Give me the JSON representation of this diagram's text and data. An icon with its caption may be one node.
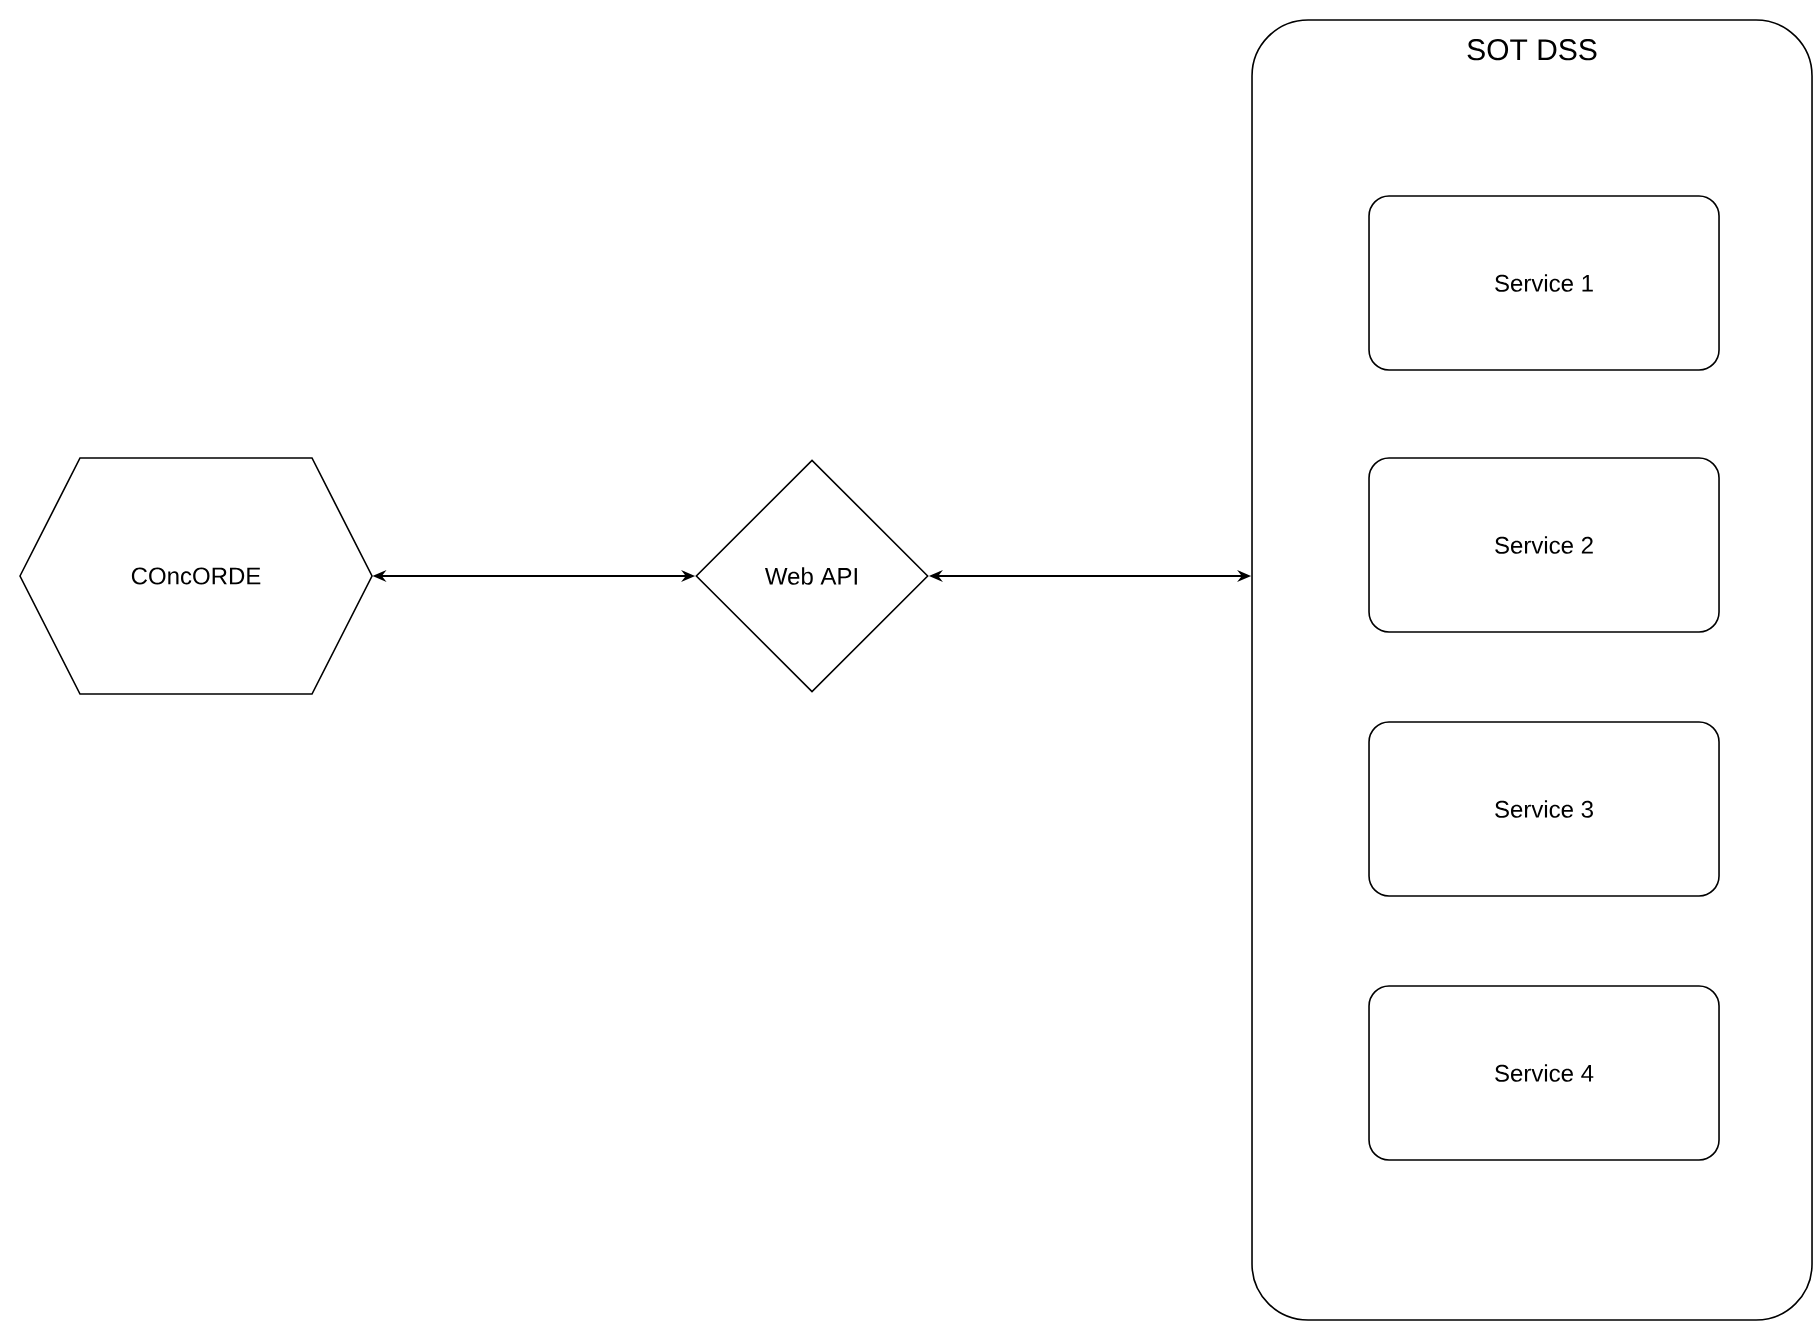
{
  "diagram": {
    "nodes": [
      {
        "text": [
          "COncORDE"
        ]
      },
      {
        "text": [
          "Web API"
        ]
      },
      {
        "text": [
          "SOT DSS"
        ]
      },
      {
        "text": [
          "Service 1"
        ],
        "in": 2
      },
      {
        "text": [
          "Service 2"
        ],
        "in": 2
      },
      {
        "text": [
          "Service 3"
        ],
        "in": 2
      },
      {
        "text": [
          "Service 4"
        ],
        "in": 2
      }
    ],
    "edges": [
      {
        "from": 0,
        "to": 1,
        "arrow": "both"
      },
      {
        "from": 1,
        "to": 2,
        "arrow": "both"
      }
    ]
  }
}
